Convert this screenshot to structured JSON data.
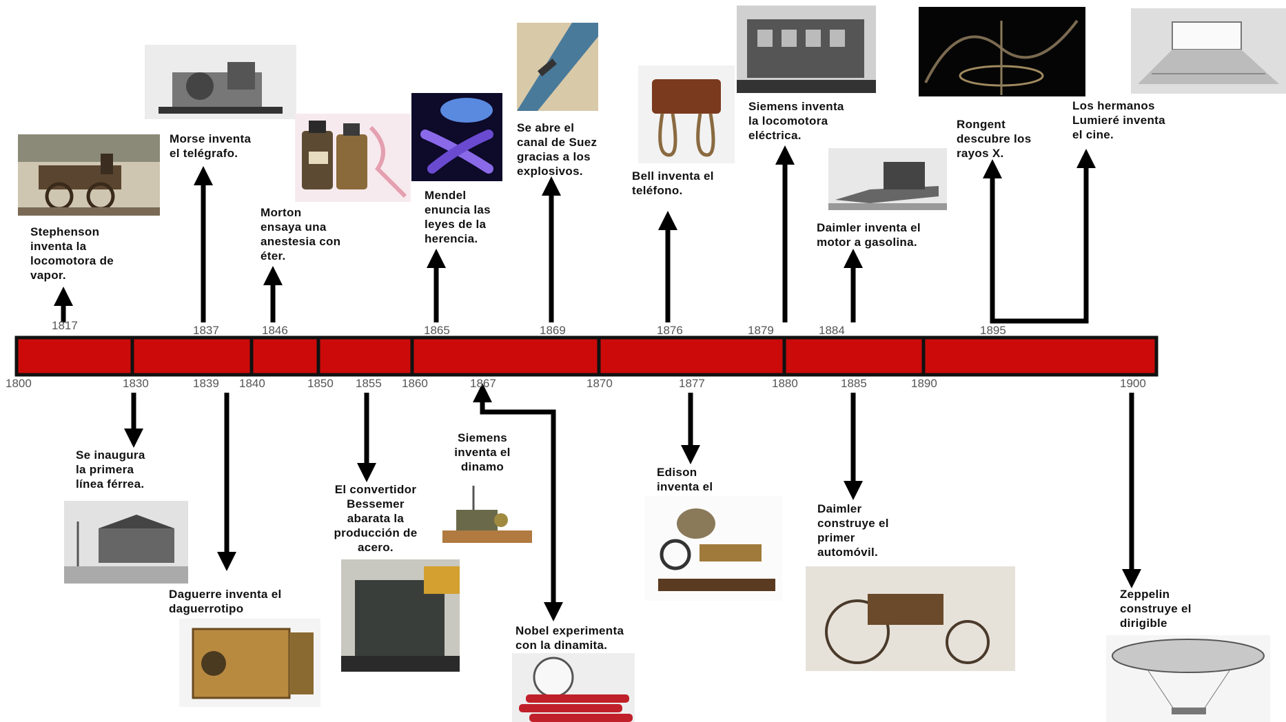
{
  "colors": {
    "bar": "#cc0a0a",
    "bar_border": "#111111",
    "arrow": "#000000",
    "text": "#111111",
    "year_text": "#555555"
  },
  "axis_years": [
    "1800",
    "1830",
    "1839",
    "1840",
    "1850",
    "1855",
    "1860",
    "1867",
    "1870",
    "1877",
    "1880",
    "1885",
    "1890",
    "1900"
  ],
  "above_years": [
    "1817",
    "1837",
    "1846",
    "1865",
    "1869",
    "1876",
    "1879",
    "1884",
    "1895"
  ],
  "events_above": [
    {
      "year": "1817",
      "text": "Stephenson\ninventa la\nlocomotora de\nvapor.",
      "icon": "steam-locomotive"
    },
    {
      "year": "1837",
      "text": "Morse inventa\nel telégrafo.",
      "icon": "telegraph"
    },
    {
      "year": "1846",
      "text": "Morton\nensaya una\nanestesia con\néter.",
      "icon": "ether-bottles"
    },
    {
      "year": "1865",
      "text": "Mendel\nenuncia las\nleyes de la\nherencia.",
      "icon": "chromosome"
    },
    {
      "year": "1869",
      "text": "Se abre el\ncanal de Suez\ngracias a los\nexplosivos.",
      "icon": "suez-canal"
    },
    {
      "year": "1876",
      "text": "Bell inventa el\nteléfono.",
      "icon": "telephone"
    },
    {
      "year": "1879",
      "text": "Siemens inventa\nla locomotora\neléctrica.",
      "icon": "electric-locomotive"
    },
    {
      "year": "1884",
      "text": "Daimler inventa el\nmotor a gasolina.",
      "icon": "gasoline-engine"
    },
    {
      "year": "1895",
      "text": "Rongent\ndescubre los\nrayos X.",
      "icon": "xray-tube"
    },
    {
      "year": "1895",
      "text": "Los hermanos\nLumieré inventa\nel cine.",
      "icon": "cinema"
    }
  ],
  "events_below": [
    {
      "year": "1830",
      "text": "Se inaugura\nla primera\nlínea férrea.",
      "icon": "railway-station"
    },
    {
      "year": "1839",
      "text": "Daguerre inventa el\ndaguerrotipo",
      "icon": "camera"
    },
    {
      "year": "1855",
      "text": "El convertidor\nBessemer\nabarata la\nproducción de\nacero.",
      "icon": "steel-plant"
    },
    {
      "year": "1867",
      "text": "Siemens\ninventa el\ndinamo",
      "icon": "dynamo"
    },
    {
      "year": "1867",
      "text": "Nobel experimenta\ncon la dinamita.",
      "icon": "dynamite"
    },
    {
      "year": "1877",
      "text": "Edison\ninventa el",
      "icon": "phonograph"
    },
    {
      "year": "1885",
      "text": "Daimler\nconstruye el\nprimer\nautomóvil.",
      "icon": "automobile"
    },
    {
      "year": "1900",
      "text": "Zeppelin\nconstruye el\ndirigible",
      "icon": "airship"
    }
  ]
}
